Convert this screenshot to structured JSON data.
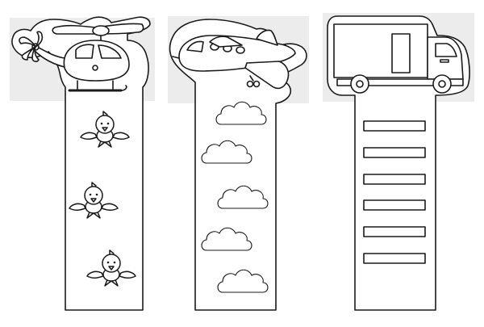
{
  "colors": {
    "ink": "#1a1a1a",
    "paper": "#ffffff",
    "shadow": "#ececec"
  },
  "bookmarks": [
    {
      "id": "helicopter",
      "vehicle_icon": "helicopter-icon",
      "decoration_icon": "bird-icon",
      "decoration_count": 3
    },
    {
      "id": "airplane",
      "vehicle_icon": "airplane-icon",
      "decoration_icon": "cloud-icon",
      "decoration_count": 5
    },
    {
      "id": "truck",
      "vehicle_icon": "truck-icon",
      "decoration_icon": "road-stripe-icon",
      "decoration_count": 6
    }
  ]
}
